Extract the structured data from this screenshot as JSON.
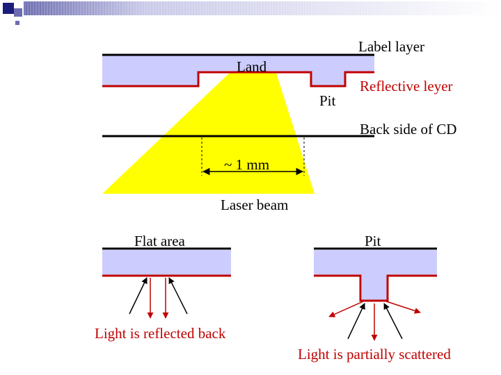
{
  "colors": {
    "disc_fill": "#ccccff",
    "reflective": "#c00000",
    "beam": "#ffff00",
    "line": "#000000",
    "arrow_dark": "#000000",
    "arrow_red": "#c00000",
    "deco_dark": "#1c1c7c",
    "deco_mid": "#6c6cb0",
    "deco_light": "#c8c8e8"
  },
  "labels": {
    "label_layer": "Label layer",
    "land": "Land",
    "reflective_layer": "Reflective leyer",
    "pit_top": "Pit",
    "back_side": "Back side of CD",
    "width": "~ 1 mm",
    "laser_beam": "Laser beam",
    "flat_area": "Flat area",
    "pit_bottom": "Pit",
    "reflected_back": "Light is reflected back",
    "scattered": "Light is partially scattered"
  }
}
